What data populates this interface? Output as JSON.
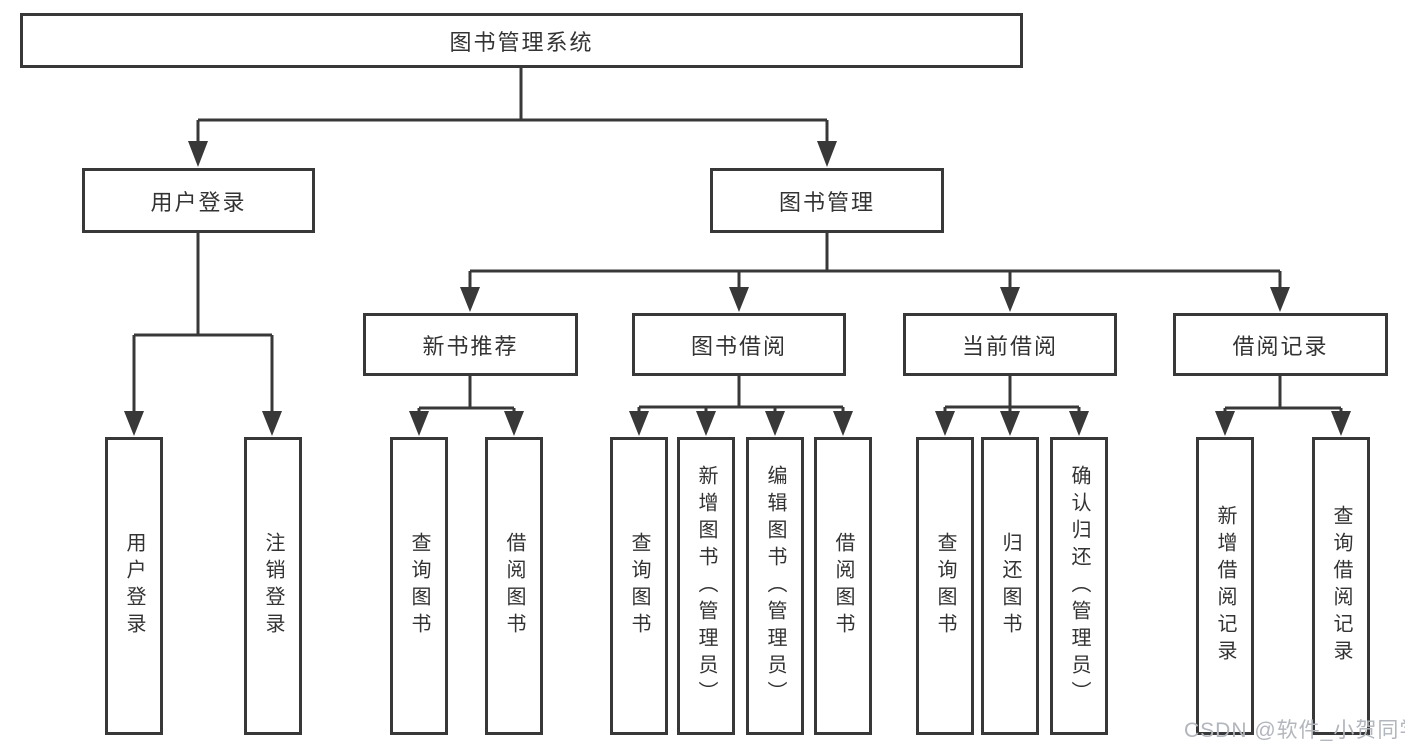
{
  "diagram": {
    "root": {
      "label": "图书管理系统"
    },
    "level2": {
      "user_login": {
        "label": "用户登录"
      },
      "book_management": {
        "label": "图书管理"
      }
    },
    "level3": {
      "new_books": {
        "label": "新书推荐"
      },
      "book_borrow": {
        "label": "图书借阅"
      },
      "current_borrow": {
        "label": "当前借阅"
      },
      "borrow_records": {
        "label": "借阅记录"
      }
    },
    "leaves": {
      "user_login": [
        "用户登录",
        "注销登录"
      ],
      "new_books": [
        "查询图书",
        "借阅图书"
      ],
      "book_borrow": [
        "查询图书",
        "新增图书（管理员）",
        "编辑图书（管理员）",
        "借阅图书"
      ],
      "current_borrow": [
        "查询图书",
        "归还图书",
        "确认归还（管理员）"
      ],
      "borrow_records": [
        "新增借阅记录",
        "查询借阅记录"
      ]
    }
  },
  "watermark": {
    "text": "CSDN @软件_小贺同学"
  },
  "colors": {
    "line": "#383838",
    "text": "#333333",
    "background": "#ffffff",
    "watermark": "#b2b6bd"
  }
}
